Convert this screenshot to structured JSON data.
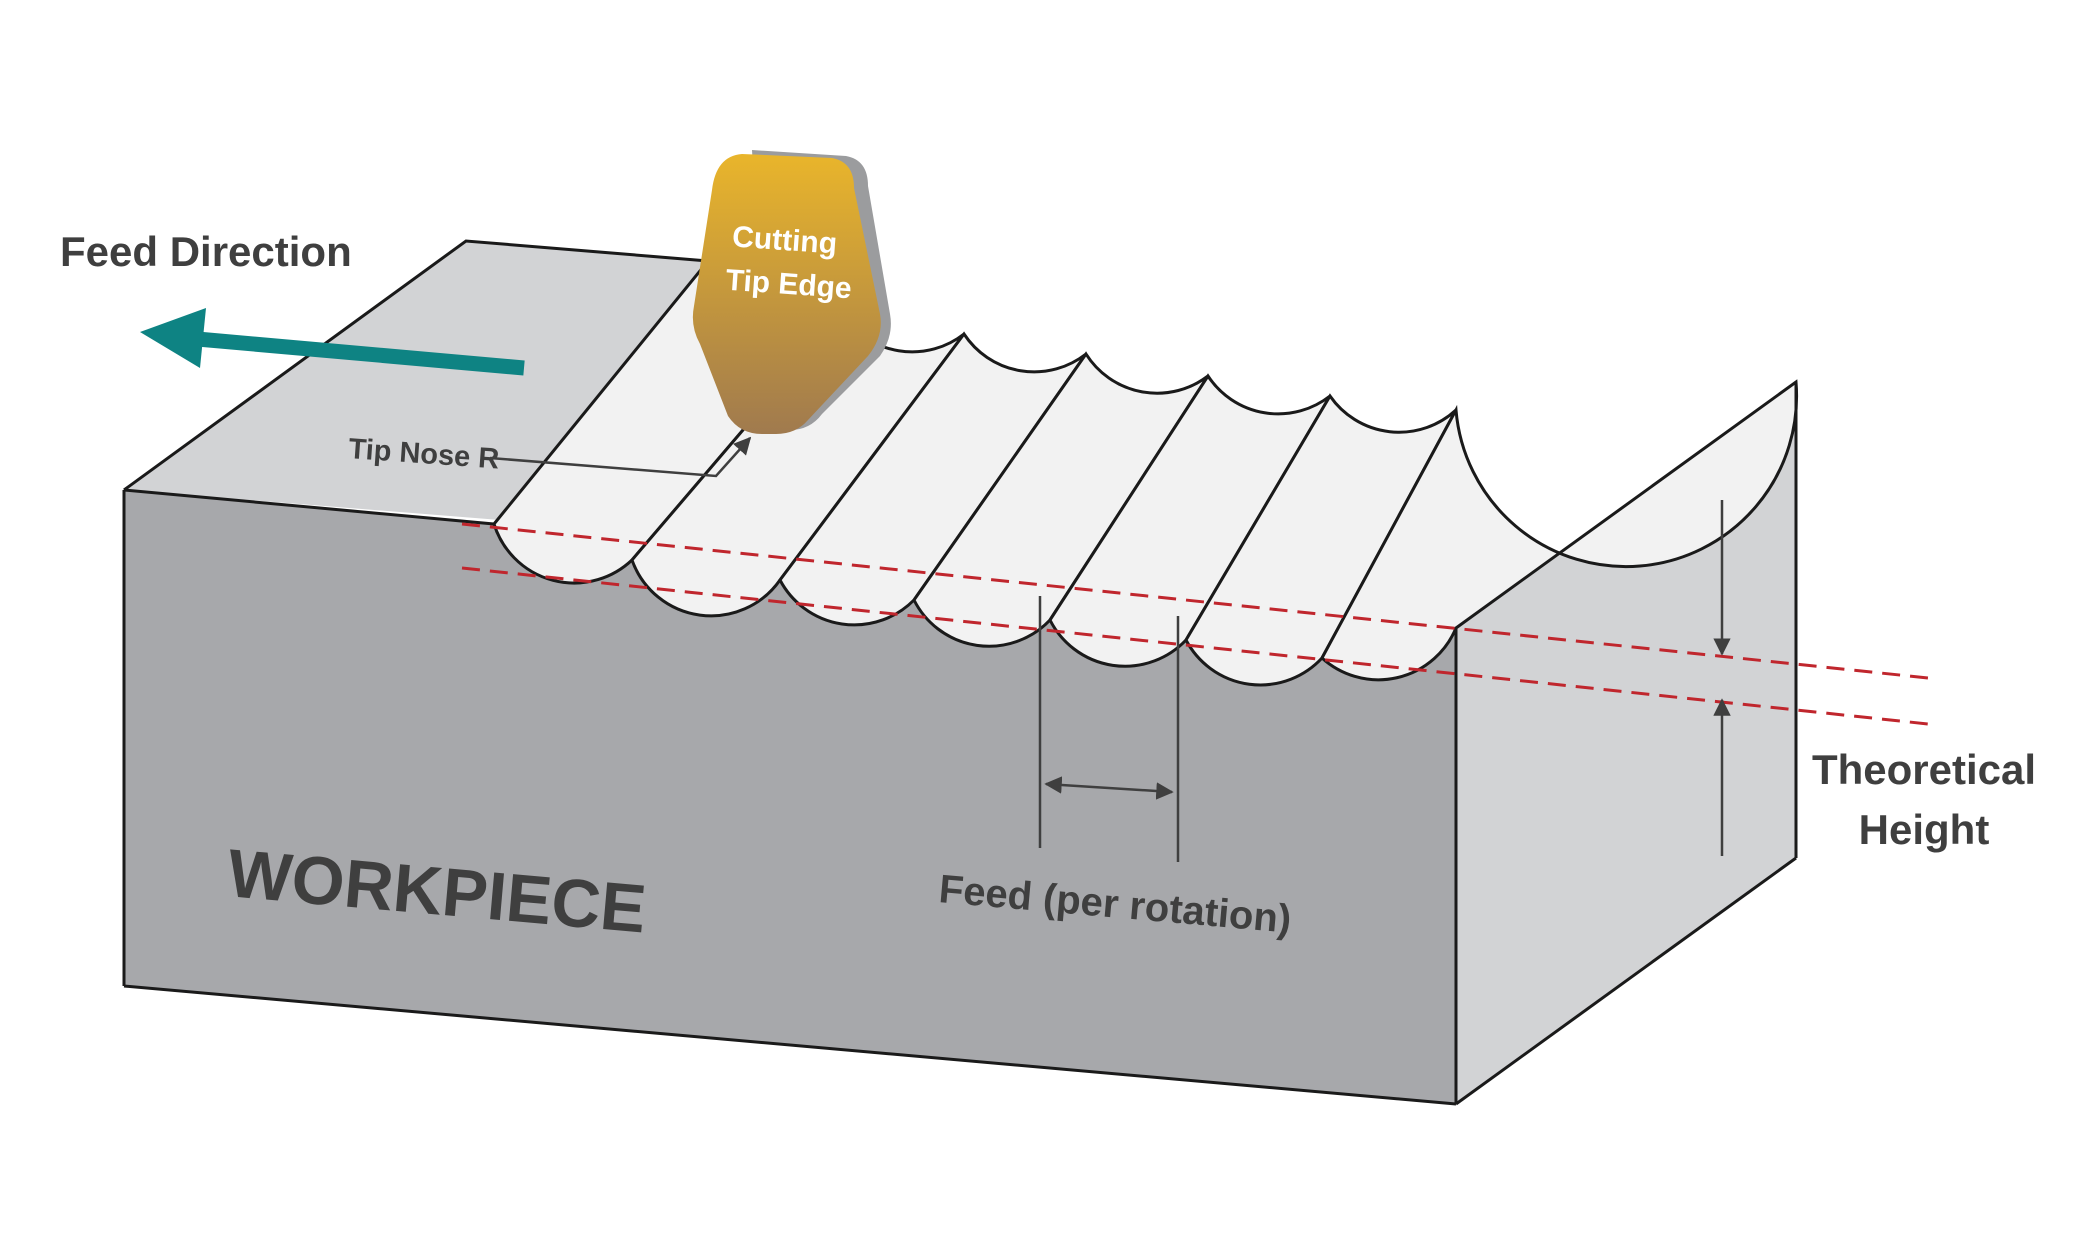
{
  "labels": {
    "feed_direction": "Feed Direction",
    "cutting_tip_line1": "Cutting",
    "cutting_tip_line2": "Tip Edge",
    "tip_nose_r": "Tip Nose R",
    "workpiece": "WORKPIECE",
    "feed_per_rotation": "Feed (per rotation)",
    "theoretical_line1": "Theoretical",
    "theoretical_line2": "Height"
  },
  "colors": {
    "front_face": "#a7a8ab",
    "top_face": "#d2d3d5",
    "side_face": "#d2d3d5",
    "groove_surface": "#f2f2f2",
    "outline": "#1a1a1a",
    "feed_arrow": "#0e8383",
    "dashed_line": "#c0262d",
    "tip_top": "#e9b52b",
    "tip_bottom": "#a07a4e",
    "tip_shadow": "#9b9c9e",
    "annotation": "#3f3f3f"
  },
  "groove_count": 7
}
